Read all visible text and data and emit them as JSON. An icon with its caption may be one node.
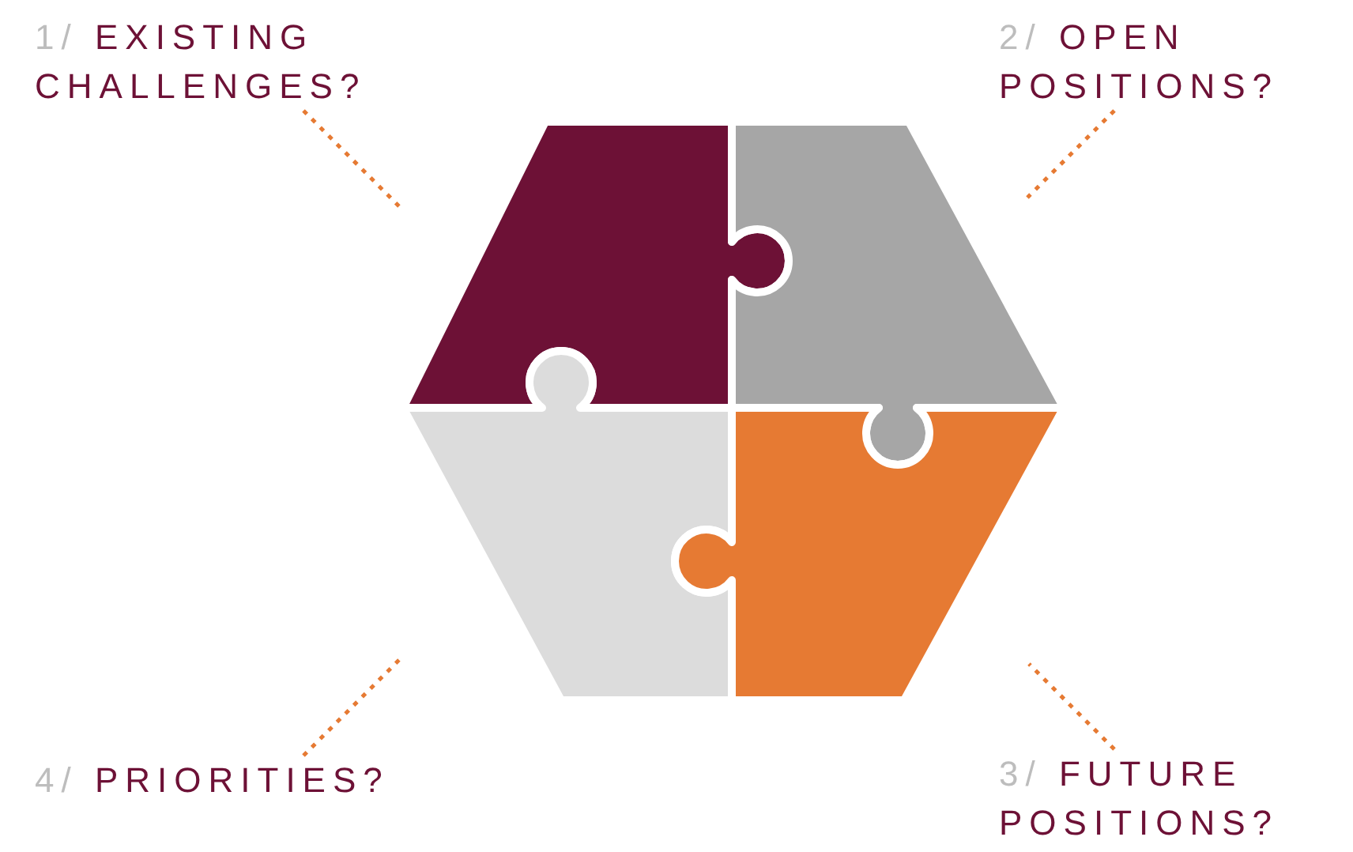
{
  "diagram": {
    "nodes": [
      {
        "text": [
          "1/ EXISTING CHALLENGES?"
        ]
      },
      {
        "text": [
          "2/ OPEN POSITIONS?"
        ]
      },
      {
        "text": [],
        "shape": "piece"
      },
      {
        "text": [],
        "shape": "piece"
      },
      {
        "text": [],
        "shape": "piece"
      },
      {
        "text": [],
        "shape": "piece"
      },
      {
        "text": [
          "4/ PRIORITIES?"
        ]
      },
      {
        "text": [
          "3/ FUTURE POSITIONS?"
        ]
      }
    ],
    "edges": [
      {
        "from": 0,
        "to": 2,
        "arrow": "none"
      },
      {
        "from": 1,
        "to": 3,
        "arrow": "none"
      },
      {
        "from": 6,
        "to": 4,
        "arrow": "none"
      },
      {
        "from": 7,
        "to": 5,
        "arrow": "none"
      }
    ]
  }
}
